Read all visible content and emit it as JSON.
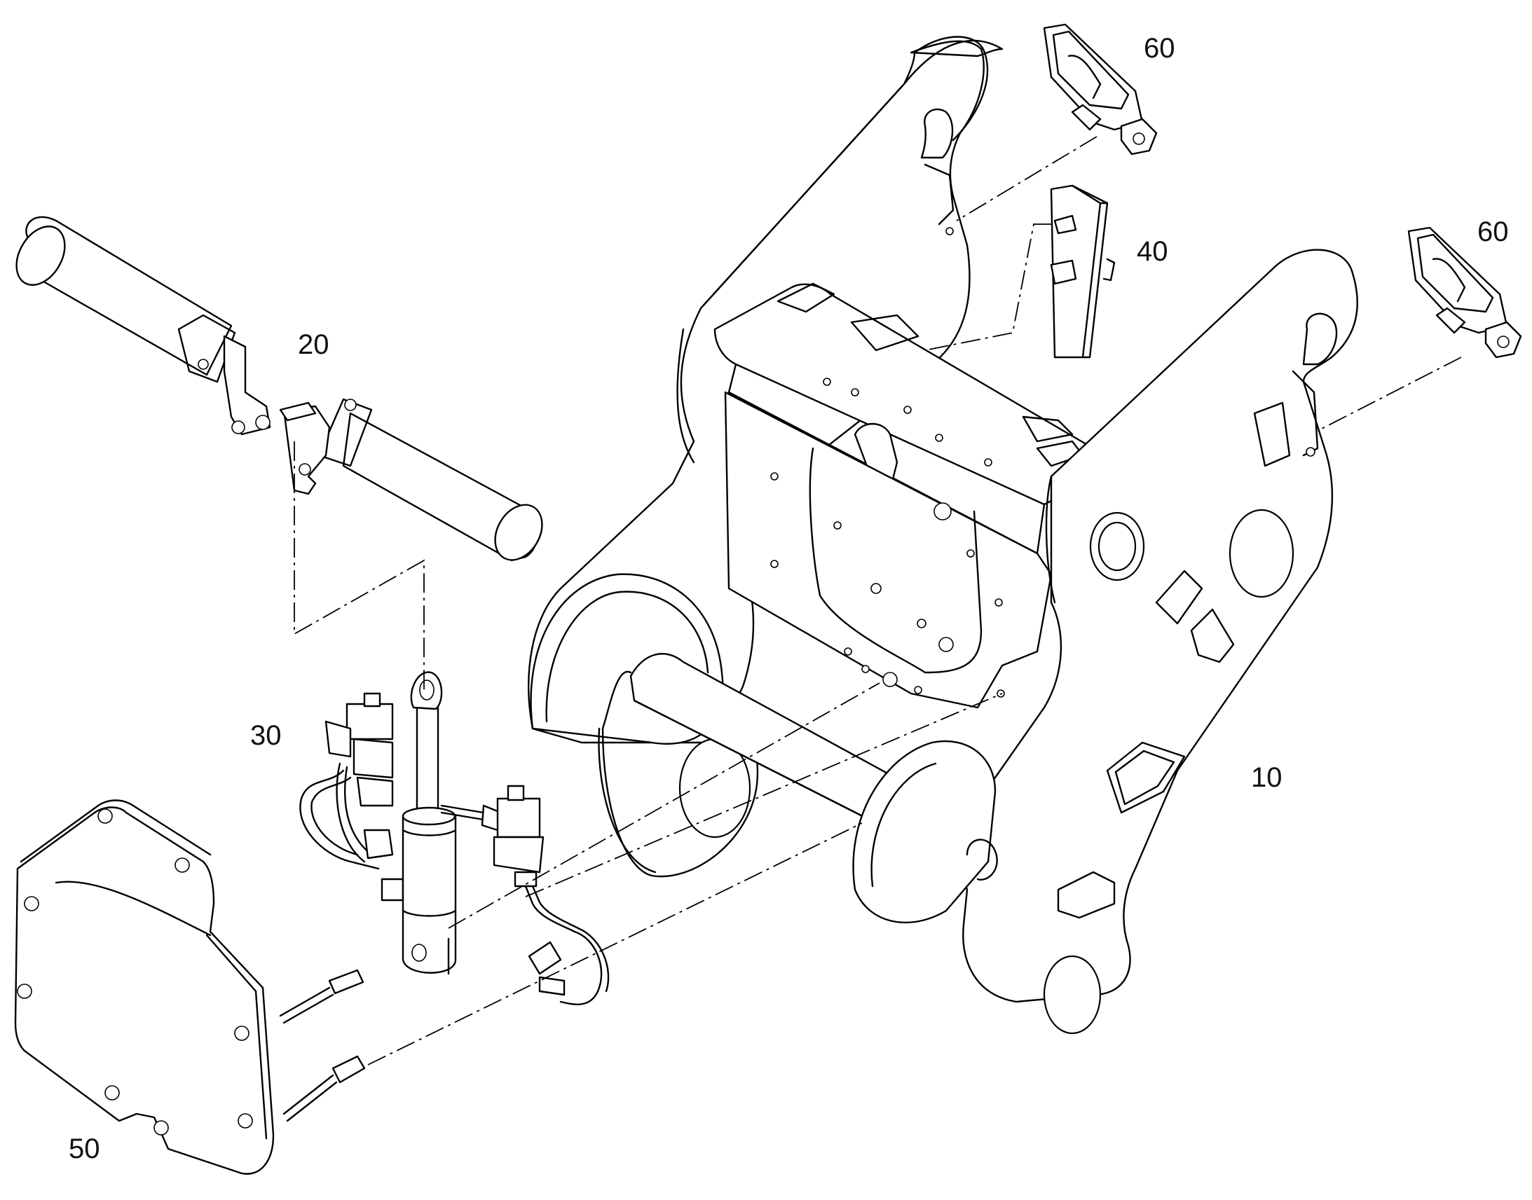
{
  "callouts": [
    {
      "id": "frame",
      "label": "10"
    },
    {
      "id": "locking-cylinders",
      "label": "20"
    },
    {
      "id": "valve-cylinder-assembly",
      "label": "30"
    },
    {
      "id": "wedge-plate",
      "label": "40"
    },
    {
      "id": "cover-plate",
      "label": "50"
    },
    {
      "id": "hook-clamp-top",
      "label": "60"
    },
    {
      "id": "hook-clamp-right",
      "label": "60"
    }
  ],
  "colors": {
    "line": "#000000",
    "background": "#ffffff"
  }
}
